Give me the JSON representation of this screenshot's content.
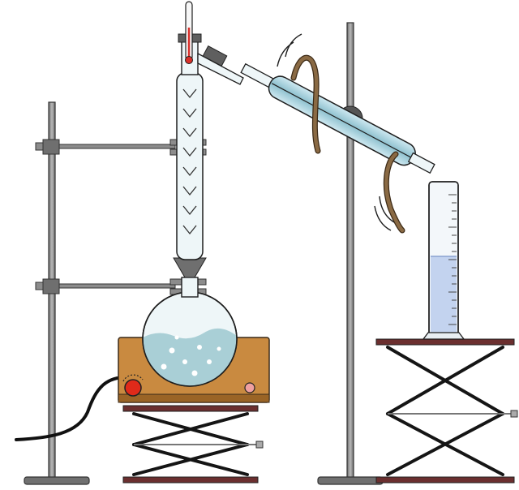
{
  "diagram": {
    "components": [
      "retort-stand-left",
      "retort-stand-right",
      "thermometer",
      "fractionating-column",
      "round-bottom-flask",
      "hot-plate",
      "lab-jack-left",
      "condenser",
      "cooling-water-tubes",
      "graduated-cylinder",
      "lab-jack-right",
      "power-cord"
    ],
    "colors": {
      "metal": "#8c8c8c",
      "metal_dark": "#5f5f5f",
      "outline": "#1e1e1e",
      "glass": "#eef6f8",
      "liquid": "#a9cfd6",
      "hotplate": "#c98a40",
      "hotplate_dark": "#9a6426",
      "jack_plate": "#6b2f2f",
      "knob_red": "#e02a1a",
      "tube_brown": "#8a6a44",
      "cylinder_liquid": "#c3d3ef",
      "thermo_red": "#d9302a",
      "condenser_glass": "#a9d2de"
    }
  }
}
